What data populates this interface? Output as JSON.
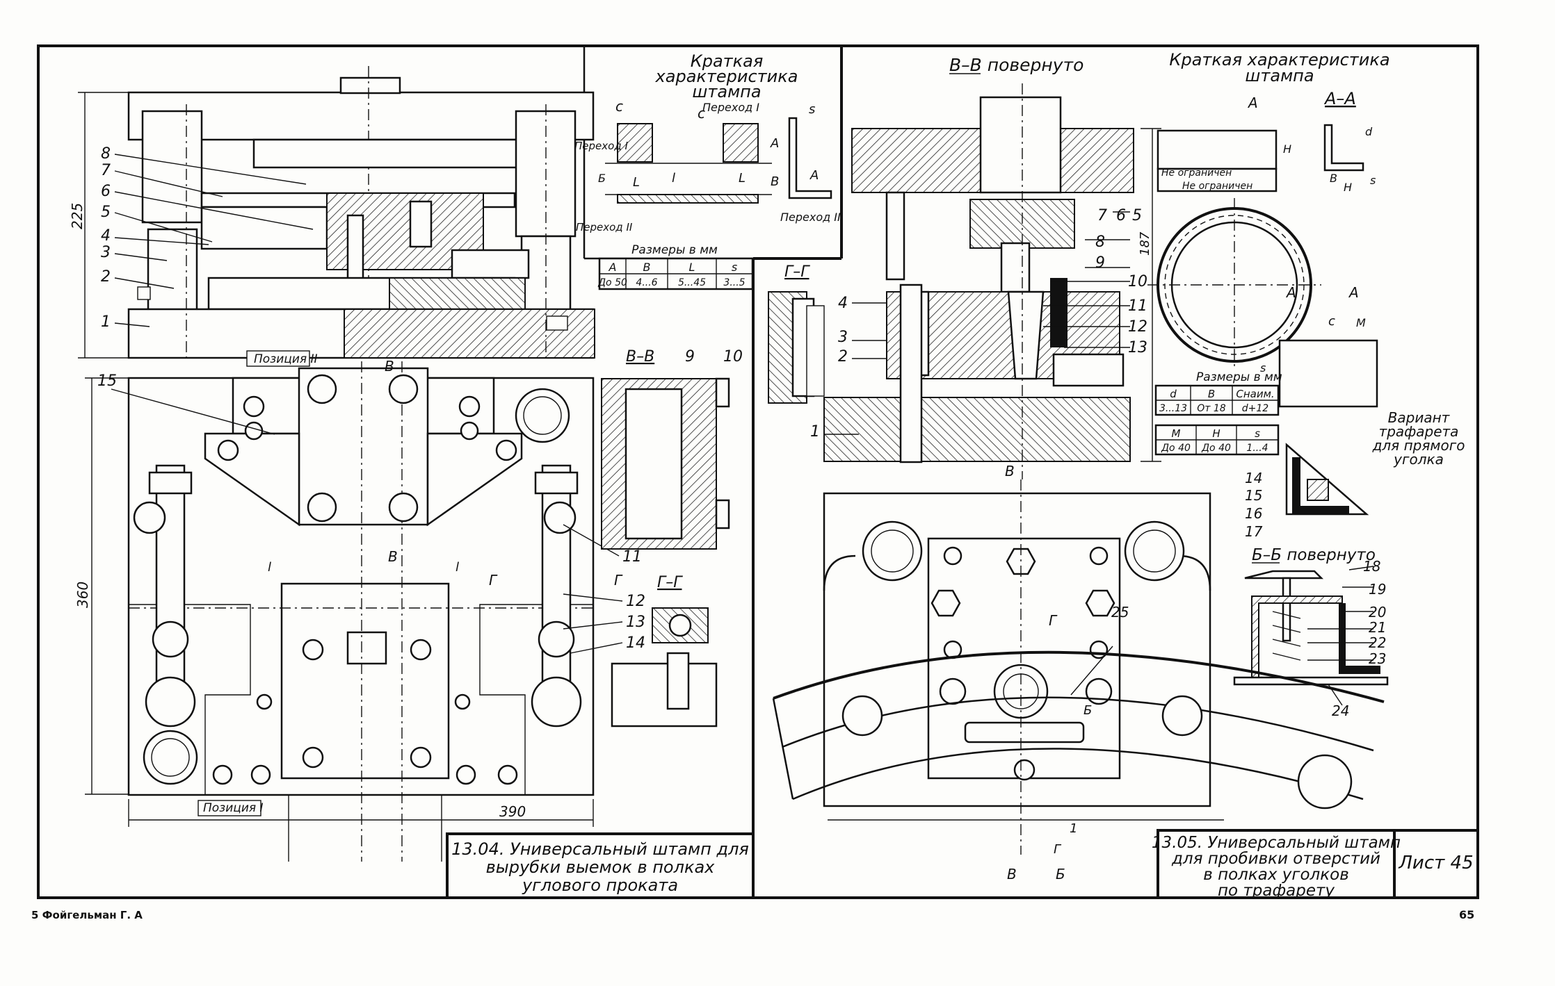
{
  "left_sheet": {
    "summary_title_lines": [
      "Краткая",
      "характеристика",
      "штампа"
    ],
    "profile_labels": {
      "c1": "c",
      "c2": "c",
      "transition_1": "Переход I",
      "transition_1b": "Переход I",
      "transition_2": "Переход II",
      "transition_2b": "Переход II",
      "s": "s",
      "A": "A",
      "B": "B",
      "L": "L",
      "l": "l",
      "L2": "L",
      "A2": "A",
      "B2": "Б"
    },
    "dims_title": "Размеры в мм",
    "dims_headers": [
      "A",
      "B",
      "L",
      "s"
    ],
    "dims_values": [
      "До 50",
      "4...6",
      "5...45",
      "3...5"
    ],
    "part_numbers": [
      "8",
      "7",
      "6",
      "5",
      "4",
      "3",
      "2",
      "1"
    ],
    "part_numbers_plan": [
      "15",
      "11",
      "12",
      "13",
      "14"
    ],
    "dim_225": "225",
    "dim_360": "360",
    "dim_390": "390",
    "position_2": "Позиция II",
    "position_1": "Позиция I",
    "section_vv": "В–В",
    "section_vv_nums": [
      "9",
      "10"
    ],
    "section_gg": "Г–Г",
    "plan_marks": [
      "В",
      "В",
      "Г",
      "Г",
      "l",
      "l"
    ],
    "title_lines": [
      "13.04. Универсальный штамп для",
      "вырубки выемок в полках",
      "углового проката"
    ]
  },
  "right_sheet": {
    "section_vv_title": "В–В повернуто",
    "summary_title_lines": [
      "Краткая характеристика",
      "штампа"
    ],
    "aa_title": "А–А",
    "aa_mark": "А",
    "aa_labels": [
      "Н",
      "d",
      "В",
      "Н",
      "s",
      "Не ограничен",
      "Не ограничен"
    ],
    "section_gg": "Г–Г",
    "part_numbers": [
      "7",
      "6",
      "5",
      "8",
      "9",
      "10",
      "11",
      "12",
      "13",
      "4",
      "3",
      "2",
      "1"
    ],
    "dim_187": "187",
    "dims_title": "Размеры в мм",
    "dims1_headers": [
      "d",
      "B",
      "Снаим."
    ],
    "dims1_values": [
      "3...13",
      "От 18",
      "d+12"
    ],
    "dims2_headers": [
      "М",
      "Н",
      "s"
    ],
    "dims2_values": [
      "До 40",
      "До 40",
      "1...4"
    ],
    "circle_marks": [
      "А",
      "А",
      "с",
      "М",
      "s",
      "d"
    ],
    "variant_lines": [
      "Вариант",
      "трафарета",
      "для прямого",
      "уголка"
    ],
    "variant_nums": [
      "14",
      "15",
      "16",
      "17"
    ],
    "section_bb_title": "Б–Б повернуто",
    "section_bb_nums": [
      "18",
      "19",
      "20",
      "21",
      "22",
      "23",
      "24"
    ],
    "part_25": "25",
    "plan_marks": [
      "В",
      "Г",
      "Б",
      "В",
      "Б",
      "Г",
      "1"
    ],
    "title_lines": [
      "13.05. Универсальный штамп",
      "для пробивки отверстий",
      "в полках уголков",
      "по трафарету"
    ],
    "sheet_label": "Лист 45"
  },
  "footer": {
    "author": "5 Фойгельман Г. А",
    "page_number": "65"
  }
}
